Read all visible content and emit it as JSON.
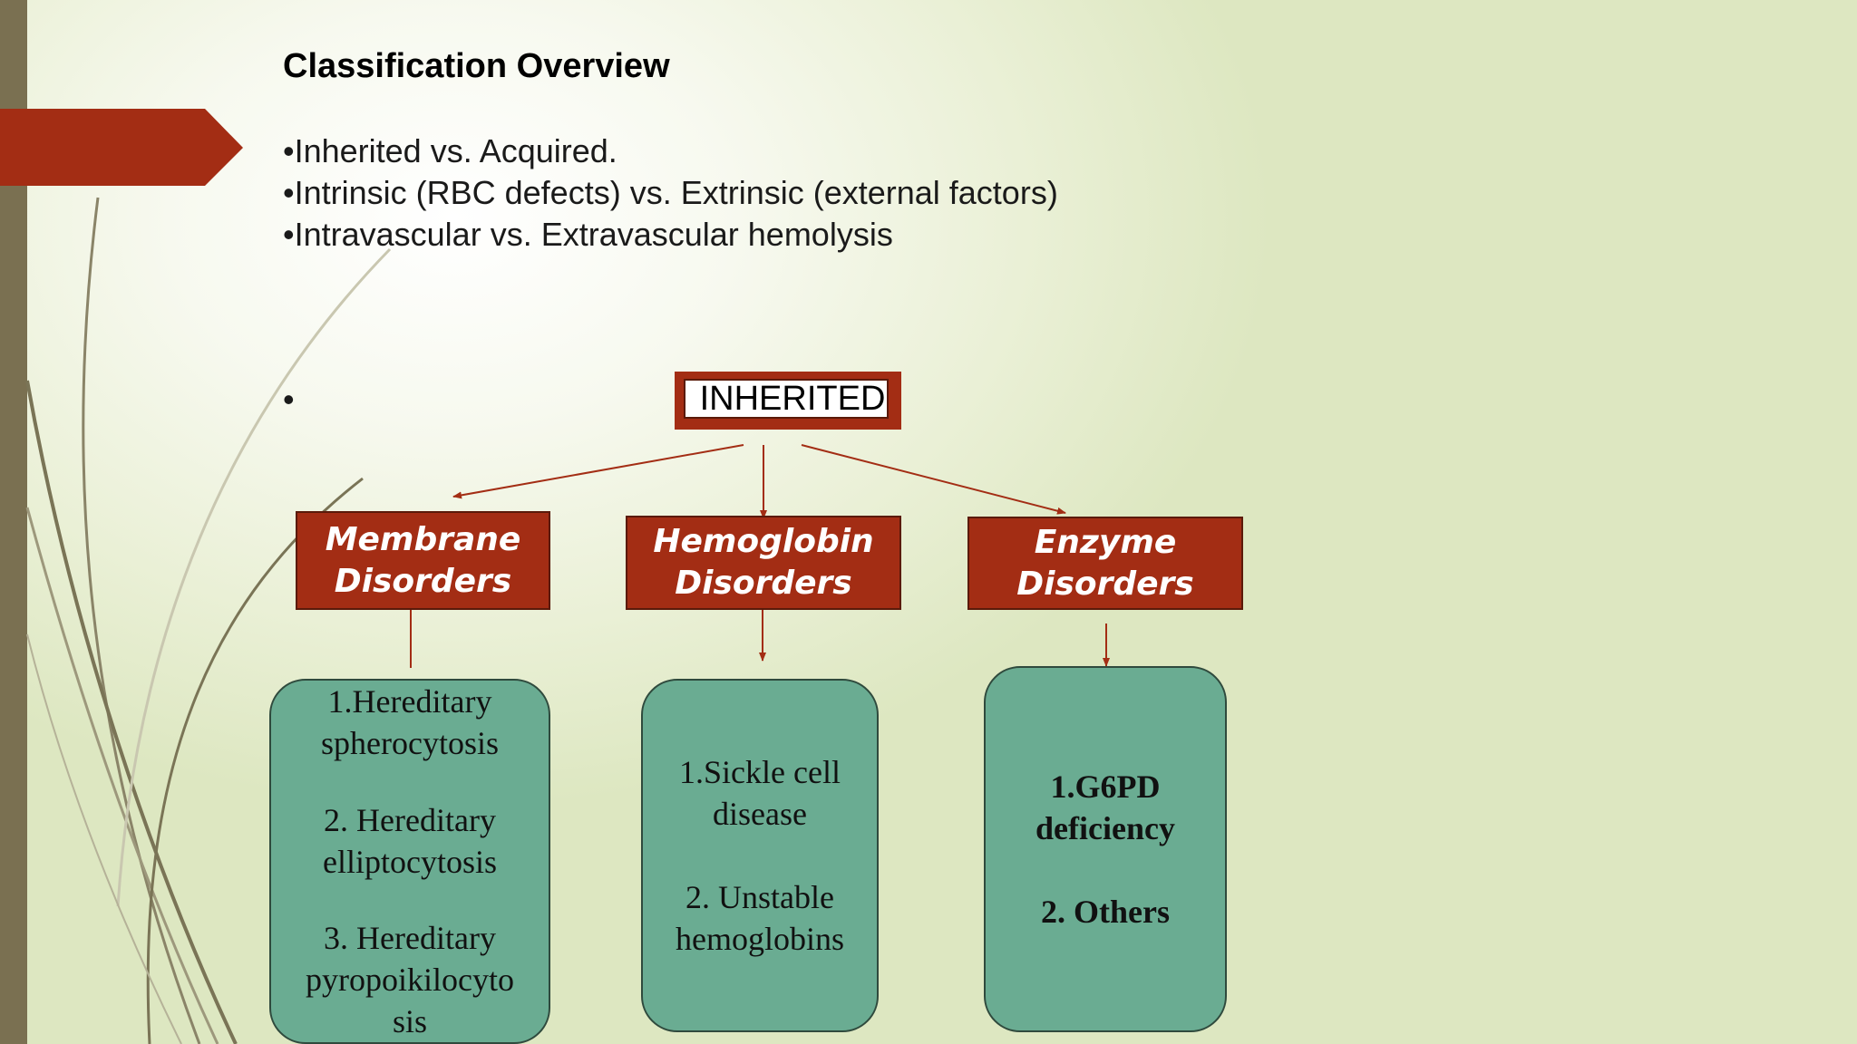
{
  "slide": {
    "title": "Classification Overview",
    "bullets": [
      "•Inherited vs. Acquired.",
      "•Intrinsic (RBC defects) vs. Extrinsic (external factors)",
      "•Intravascular vs. Extravascular hemolysis"
    ],
    "lone_bullet": "•"
  },
  "diagram": {
    "root": "INHERITED",
    "categories": [
      {
        "line1": "Membrane",
        "line2": "Disorders"
      },
      {
        "line1": "Hemoglobin",
        "line2": "Disorders"
      },
      {
        "line1": "Enzyme",
        "line2": "Disorders"
      }
    ],
    "details": [
      {
        "items": [
          [
            "1.Hereditary",
            "spherocytosis"
          ],
          [
            "2. Hereditary",
            "elliptocytosis"
          ],
          [
            "3. Hereditary",
            "pyropoikilocyto",
            "sis"
          ]
        ]
      },
      {
        "items": [
          [
            "1.Sickle cell",
            "disease"
          ],
          [
            "2. Unstable",
            "hemoglobins"
          ]
        ]
      },
      {
        "items": [
          [
            "1.G6PD",
            "deficiency"
          ],
          [
            "2. Others"
          ]
        ]
      }
    ]
  },
  "colors": {
    "accent_red": "#a32d14",
    "box_green": "#6aac92",
    "side_bar": "#7a7051"
  }
}
